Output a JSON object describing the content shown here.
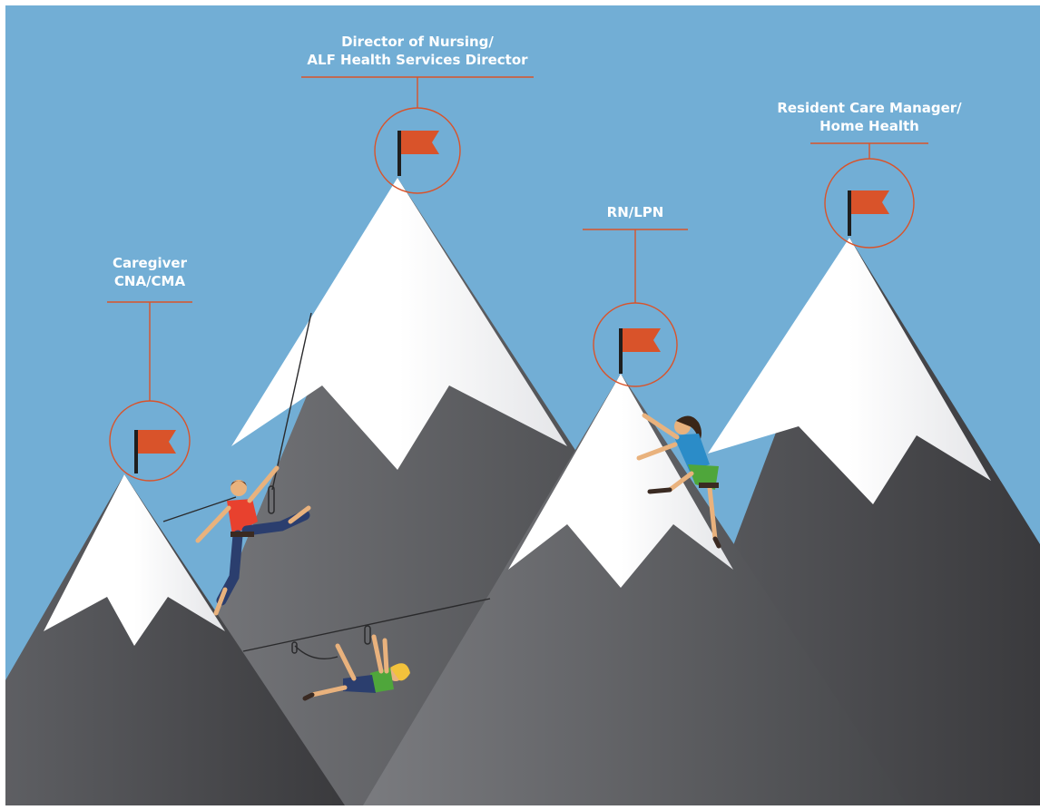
{
  "colors": {
    "sky": "#72AED5",
    "snow": "#FFFFFF",
    "rock_light": "#6B6C70",
    "rock_dark": "#3E3E41",
    "accent": "#D9532A",
    "flag_pole": "#1E1E1E",
    "label_text": "#FFFFFF"
  },
  "peaks": [
    {
      "id": "caregiver",
      "label_lines": [
        "Caregiver",
        "CNA/CMA"
      ],
      "flag_icon": "flag-icon"
    },
    {
      "id": "director",
      "label_lines": [
        "Director of Nursing/",
        "ALF Health Services Director"
      ],
      "flag_icon": "flag-icon"
    },
    {
      "id": "rn-lpn",
      "label_lines": [
        "RN/LPN"
      ],
      "flag_icon": "flag-icon"
    },
    {
      "id": "resident-care",
      "label_lines": [
        "Resident Care Manager/",
        "Home Health"
      ],
      "flag_icon": "flag-icon"
    }
  ],
  "climbers": [
    {
      "id": "climber-red",
      "shirt_color": "#E8412E",
      "pants_color": "#2B3E6E"
    },
    {
      "id": "climber-blue",
      "shirt_color": "#2B8CC8",
      "pants_color": "#4FA63B"
    },
    {
      "id": "climber-green",
      "shirt_color": "#4FA63B",
      "pants_color": "#2B3E6E"
    }
  ]
}
